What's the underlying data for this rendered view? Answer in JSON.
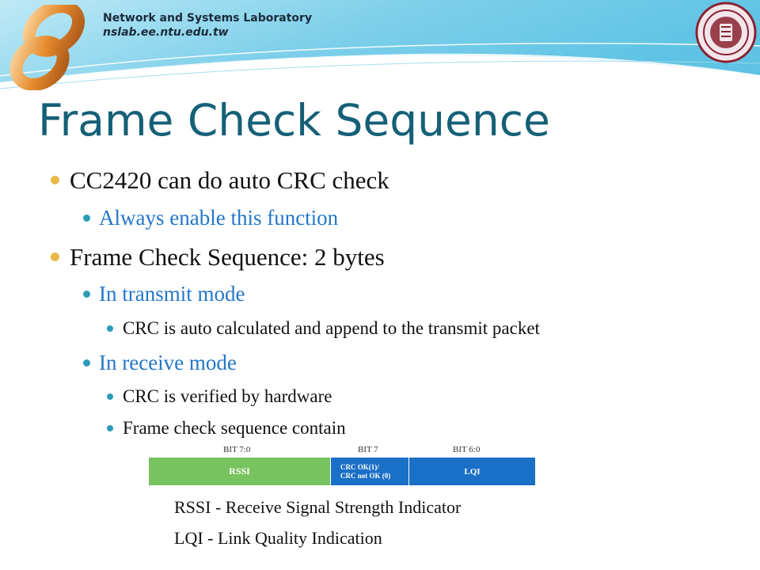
{
  "header": {
    "lab_name": "Network and Systems Laboratory",
    "lab_url": "nslab.ee.ntu.edu.tw",
    "logo_icon": "orange-infinity-logo",
    "seal_icon": "university-seal-icon"
  },
  "slide": {
    "title": "Frame Check Sequence",
    "bullets": [
      {
        "level": 1,
        "text": "CC2420 can do auto CRC check"
      },
      {
        "level": 2,
        "text": "Always enable this function"
      },
      {
        "level": 1,
        "text": "Frame Check Sequence: 2 bytes"
      },
      {
        "level": 2,
        "text": "In transmit mode"
      },
      {
        "level": 3,
        "text": "CRC is auto calculated and append to the transmit packet"
      },
      {
        "level": 2,
        "text": "In receive mode"
      },
      {
        "level": 3,
        "text": "CRC is verified by hardware"
      },
      {
        "level": 3,
        "text": "Frame check sequence contain"
      }
    ]
  },
  "fcs_diagram": {
    "bit_labels": [
      "BIT 7:0",
      "BIT 7",
      "BIT 6:0"
    ],
    "rssi": "RSSI",
    "crc_line1": "CRC OK(1)/",
    "crc_line2": "CRC not OK (0)",
    "lqi": "LQI"
  },
  "abbreviations": [
    "RSSI - Receive Signal Strength Indicator",
    "LQI - Link Quality Indication"
  ],
  "colors": {
    "title": "#156077",
    "level1_bullet": "#e9b94a",
    "level2_text": "#2277c9",
    "rssi_cell": "#77c35f",
    "lqi_cell": "#1a6fc6"
  }
}
